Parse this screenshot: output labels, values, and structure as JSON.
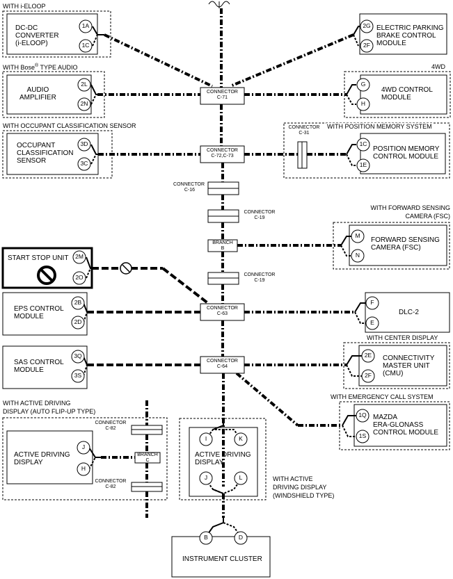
{
  "groups": {
    "ieloop": "WITH i-ELOOP",
    "bose": "WITH Bose",
    "bose_sup": "®",
    "bose_rest": " TYPE AUDIO",
    "fwd4": "4WD",
    "occupant": "WITH OCCUPANT CLASSIFICATION SENSOR",
    "position": "WITH POSITION MEMORY SYSTEM",
    "fsc_1": "WITH FORWARD SENSING",
    "fsc_2": "CAMERA (FSC)",
    "center_display": "WITH CENTER DISPLAY",
    "emergency": "WITH EMERGENCY CALL SYSTEM",
    "adp_auto_1": "WITH ACTIVE DRIVING",
    "adp_auto_2": "DISPLAY (AUTO FLIP-UP TYPE)",
    "adp_ws_1": "WITH ACTIVE",
    "adp_ws_2": "DRIVING DISPLAY",
    "adp_ws_3": "(WINDSHIELD TYPE)"
  },
  "modules": {
    "dcdc": [
      "DC-DC",
      "CONVERTER",
      "(i-ELOOP)"
    ],
    "epb": [
      "ELECTRIC PARKING",
      "BRAKE CONTROL",
      "MODULE"
    ],
    "audio": [
      "AUDIO",
      "AMPLIFIER"
    ],
    "fwd4": [
      "4WD CONTROL",
      "MODULE"
    ],
    "occupant": [
      "OCCUPANT",
      "CLASSIFICATION",
      "SENSOR"
    ],
    "position": [
      "POSITION MEMORY",
      "CONTROL MODULE"
    ],
    "fsc": [
      "FORWARD SENSING",
      "CAMERA (FSC)"
    ],
    "ssu": [
      "START STOP UNIT"
    ],
    "eps": [
      "EPS CONTROL",
      "MODULE"
    ],
    "dlc": [
      "DLC-2"
    ],
    "sas": [
      "SAS CONTROL",
      "MODULE"
    ],
    "cmu": [
      "CONNECTIVITY",
      "MASTER UNIT",
      "(CMU)"
    ],
    "era": [
      "MAZDA",
      "ERA-GLONASS",
      "CONTROL MODULE"
    ],
    "adp_auto": [
      "ACTIVE DRIVING",
      "DISPLAY"
    ],
    "adp_ws": [
      "ACTIVE DRIVING",
      "DISPLAY"
    ],
    "cluster": [
      "INSTRUMENT CLUSTER"
    ]
  },
  "connectors": {
    "c71": [
      "CONNECTOR",
      "C-71"
    ],
    "c72": [
      "CONNECTOR",
      "C-72,C-73"
    ],
    "c31": [
      "CONNECTOR",
      "C-31"
    ],
    "c16": [
      "CONNECTOR",
      "C-16"
    ],
    "c19a": [
      "CONNECTOR",
      "C-19"
    ],
    "branch_b": [
      "BRANCH",
      "B"
    ],
    "c19b": [
      "CONNECTOR",
      "C-19"
    ],
    "c63": [
      "CONNECTOR",
      "C-63"
    ],
    "c64": [
      "CONNECTOR",
      "C-64"
    ],
    "c82a": [
      "CONNECTOR",
      "C-82"
    ],
    "branch_c": [
      "BRANCH",
      "C"
    ],
    "c82b": [
      "CONNECTOR",
      "C-82"
    ]
  },
  "pins": {
    "dcdc": [
      "1A",
      "1C"
    ],
    "epb": [
      "2G",
      "2F"
    ],
    "audio": [
      "2L",
      "2N"
    ],
    "fwd4": [
      "G",
      "H"
    ],
    "occupant": [
      "3D",
      "3C"
    ],
    "position": [
      "1C",
      "1E"
    ],
    "fsc": [
      "M",
      "N"
    ],
    "ssu": [
      "2M",
      "2O"
    ],
    "eps": [
      "2B",
      "2D"
    ],
    "dlc": [
      "F",
      "E"
    ],
    "sas": [
      "3Q",
      "3S"
    ],
    "cmu": [
      "2E",
      "2F"
    ],
    "era": [
      "1Q",
      "1S"
    ],
    "adp_auto": [
      "J",
      "H"
    ],
    "adp_ws_top": [
      "I",
      "K"
    ],
    "adp_ws_bot": [
      "J",
      "L"
    ],
    "cluster": [
      "B",
      "D"
    ]
  }
}
